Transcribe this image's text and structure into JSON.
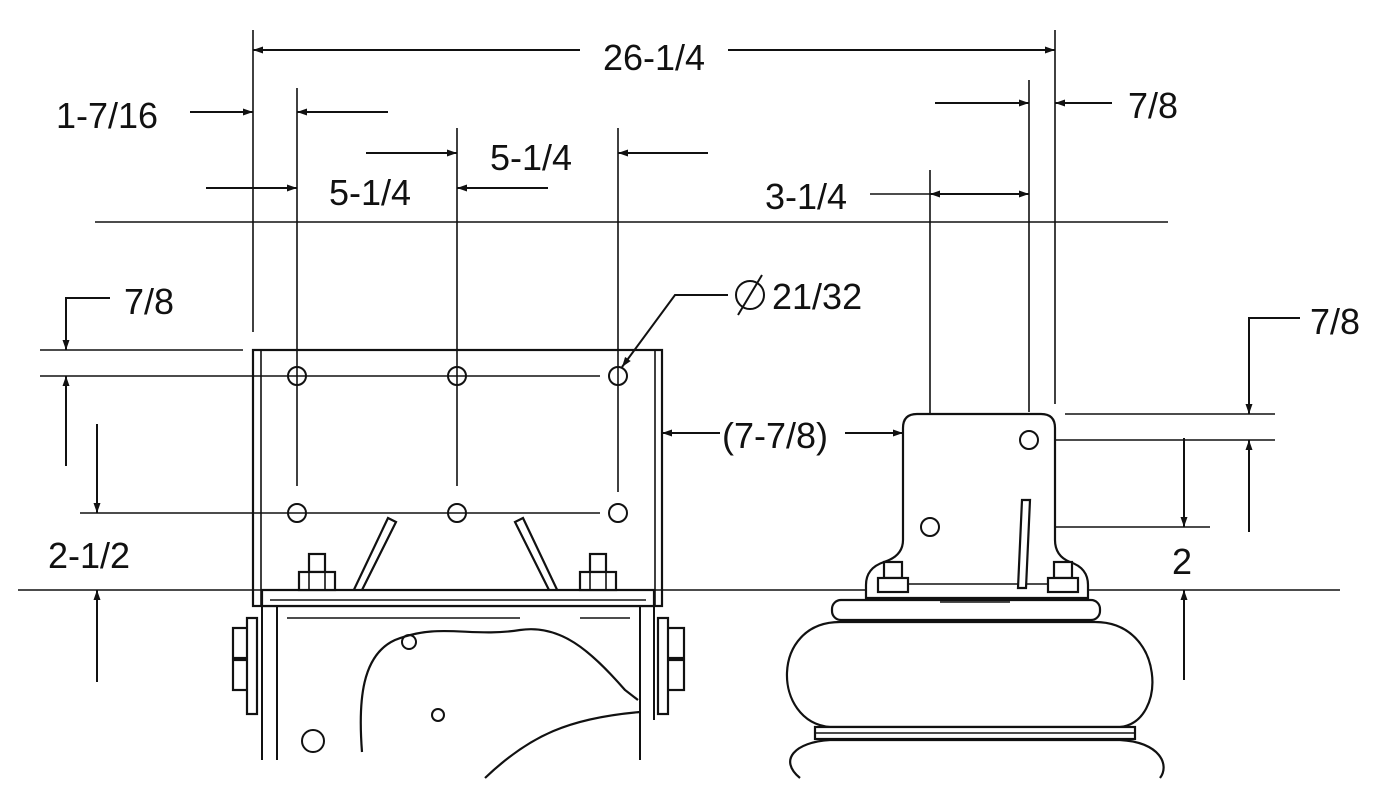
{
  "dimensions": {
    "overall_width": "26-1/4",
    "left_edge_offset": "1-7/16",
    "hole_spacing_1": "5-1/4",
    "hole_spacing_2": "5-1/4",
    "right_bracket_hole_offset": "3-1/4",
    "right_edge_offset": "7/8",
    "hole_diameter": "21/32",
    "top_edge_offset_left": "7/8",
    "top_edge_offset_right": "7/8",
    "row_spacing": "2-1/2",
    "right_hole_height": "2",
    "reference_width": "(7-7/8)"
  },
  "symbols": {
    "diameter_symbol": "diameter-icon"
  }
}
